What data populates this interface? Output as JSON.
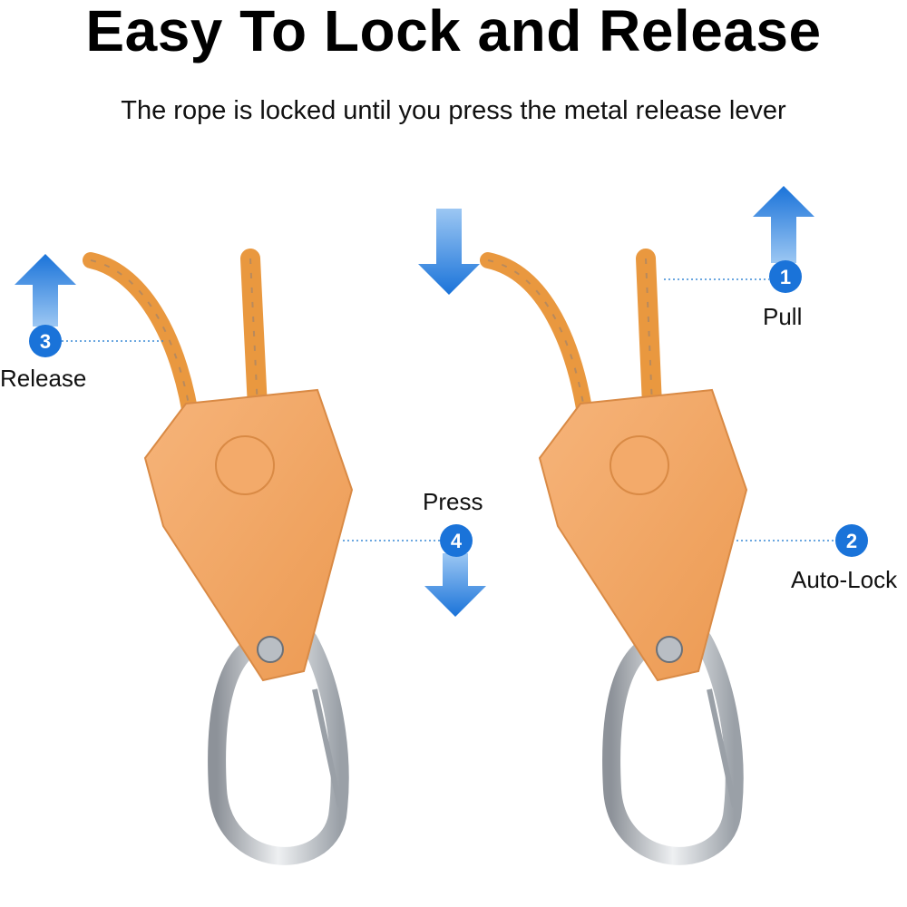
{
  "header": {
    "title": "Easy To Lock and Release",
    "subtitle": "The rope is locked until you press the metal release lever"
  },
  "steps": [
    {
      "number": "1",
      "label": "Pull"
    },
    {
      "number": "2",
      "label": "Auto-Lock"
    },
    {
      "number": "3",
      "label": "Release"
    },
    {
      "number": "4",
      "label": "Press"
    }
  ],
  "colors": {
    "accent_blue": "#1a73d9",
    "hanger_orange": "#f0a25c",
    "rope_orange": "#e9983f",
    "carabiner_silver": "#c8ccd1",
    "leader_line": "#3a8ad6"
  },
  "icons": [
    "arrow-up-icon",
    "arrow-down-icon",
    "step-badge-icon"
  ]
}
